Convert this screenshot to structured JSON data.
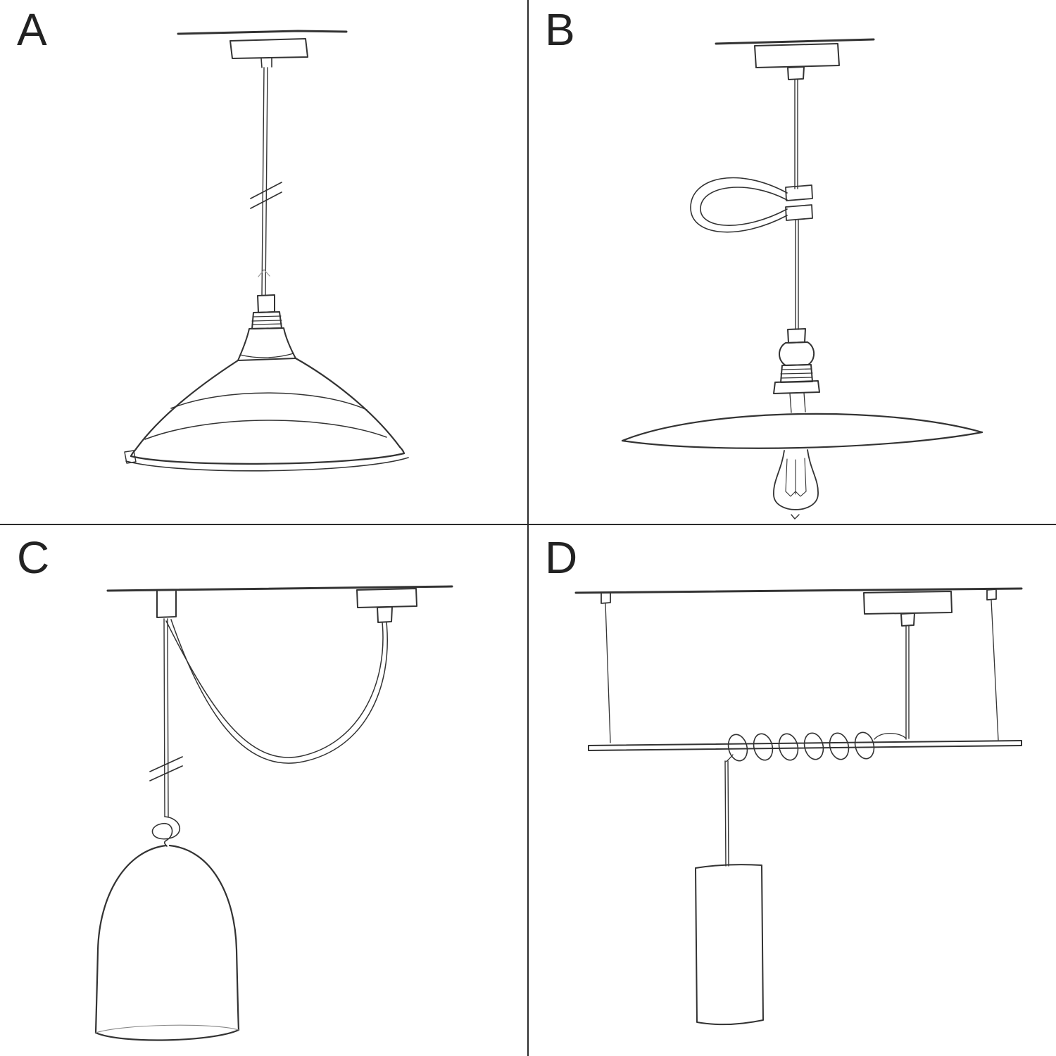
{
  "figure": {
    "background_color": "#ffffff",
    "ink_color": "#333333",
    "divider_color": "#2b2b2b"
  },
  "panels": [
    {
      "label": "A",
      "sketch": "pendant-cable-with-industrial-bowl-shade-sketch"
    },
    {
      "label": "B",
      "sketch": "pendant-cable-with-cable-clamp-flat-plate-shade-and-bulb-sketch"
    },
    {
      "label": "C",
      "sketch": "swag-pendant-with-ceiling-hook-knot-and-bell-shade-sketch"
    },
    {
      "label": "D",
      "sketch": "wire-suspended-bar-with-coiled-cable-and-tube-pendant-sketch"
    }
  ]
}
